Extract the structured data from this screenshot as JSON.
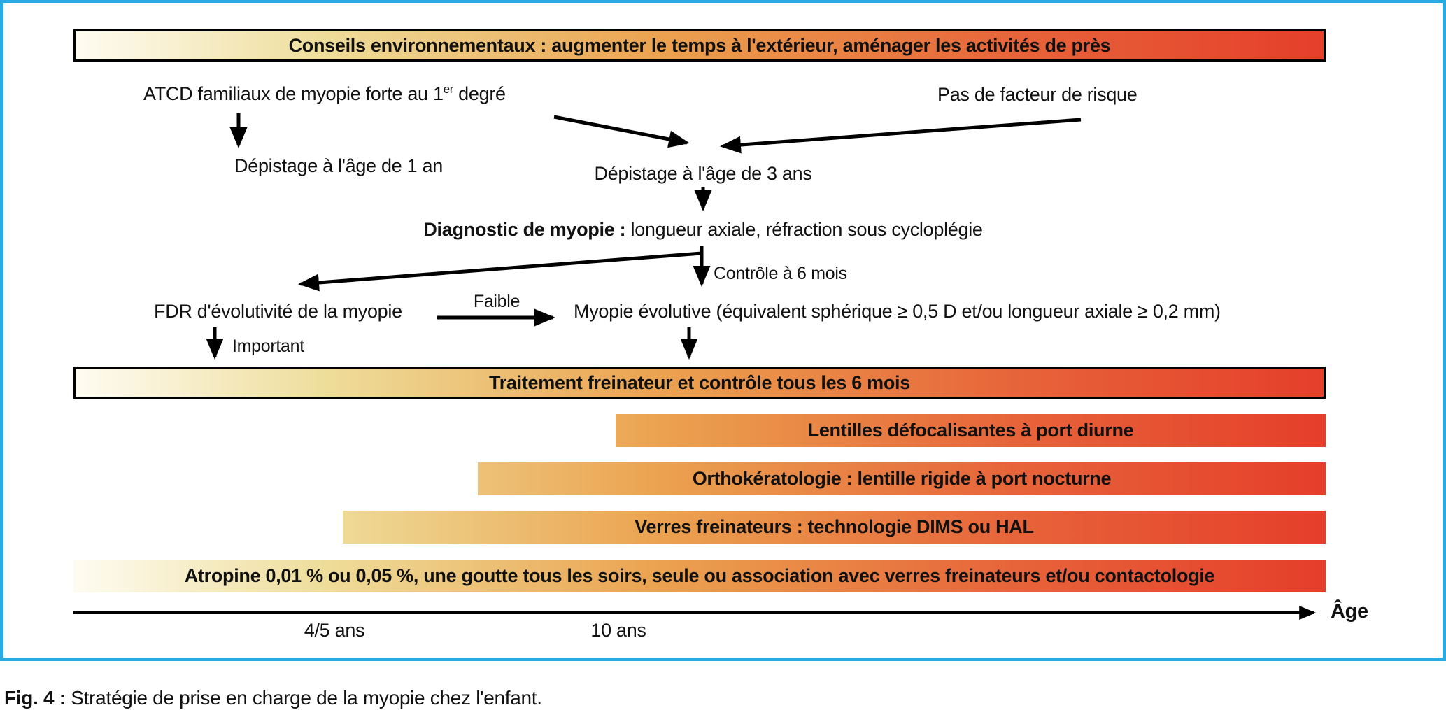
{
  "colors": {
    "frame_border": "#29abe2",
    "gradient_start": "#fefcf2",
    "gradient_yellow": "#eedd9a",
    "gradient_orange": "#eba24f",
    "gradient_red": "#e53e2a"
  },
  "banner_top": {
    "label": "Conseils environnementaux : augmenter le temps à l'extérieur, aménager les activités de près"
  },
  "risk_branch": {
    "family_history_prefix": "ATCD familiaux de myopie forte au 1",
    "family_history_sup": "er",
    "family_history_suffix": " degré",
    "no_risk_factor": "Pas de facteur de risque",
    "screening_1yr": "Dépistage à l'âge de 1 an",
    "screening_3yr": "Dépistage à l'âge de 3 ans"
  },
  "diagnosis": {
    "bold": "Diagnostic de myopie :",
    "rest": " longueur axiale, réfraction sous cycloplégie",
    "control_label": "Contrôle à 6 mois"
  },
  "evolution": {
    "fdr": "FDR d'évolutivité de la myopie",
    "low_label": "Faible",
    "high_label": "Important",
    "evolutive": "Myopie évolutive (équivalent sphérique ≥ 0,5 D et/ou longueur axiale ≥ 0,2 mm)"
  },
  "banner_treatment": {
    "label": "Traitement freinateur et contrôle tous les 6 mois"
  },
  "treatment_bars": [
    {
      "label": "Lentilles défocalisantes à port diurne"
    },
    {
      "label": "Orthokératologie : lentille rigide à port nocturne"
    },
    {
      "label": "Verres freinateurs : technologie DIMS ou HAL"
    },
    {
      "label": "Atropine 0,01 % ou 0,05 %, une goutte tous les soirs, seule ou association avec verres freinateurs et/ou contactologie"
    }
  ],
  "axis": {
    "tick_1": "4/5 ans",
    "tick_2": "10 ans",
    "label": "Âge"
  },
  "caption": {
    "bold": "Fig. 4 :",
    "text": " Stratégie de prise en charge de la myopie chez l'enfant."
  }
}
